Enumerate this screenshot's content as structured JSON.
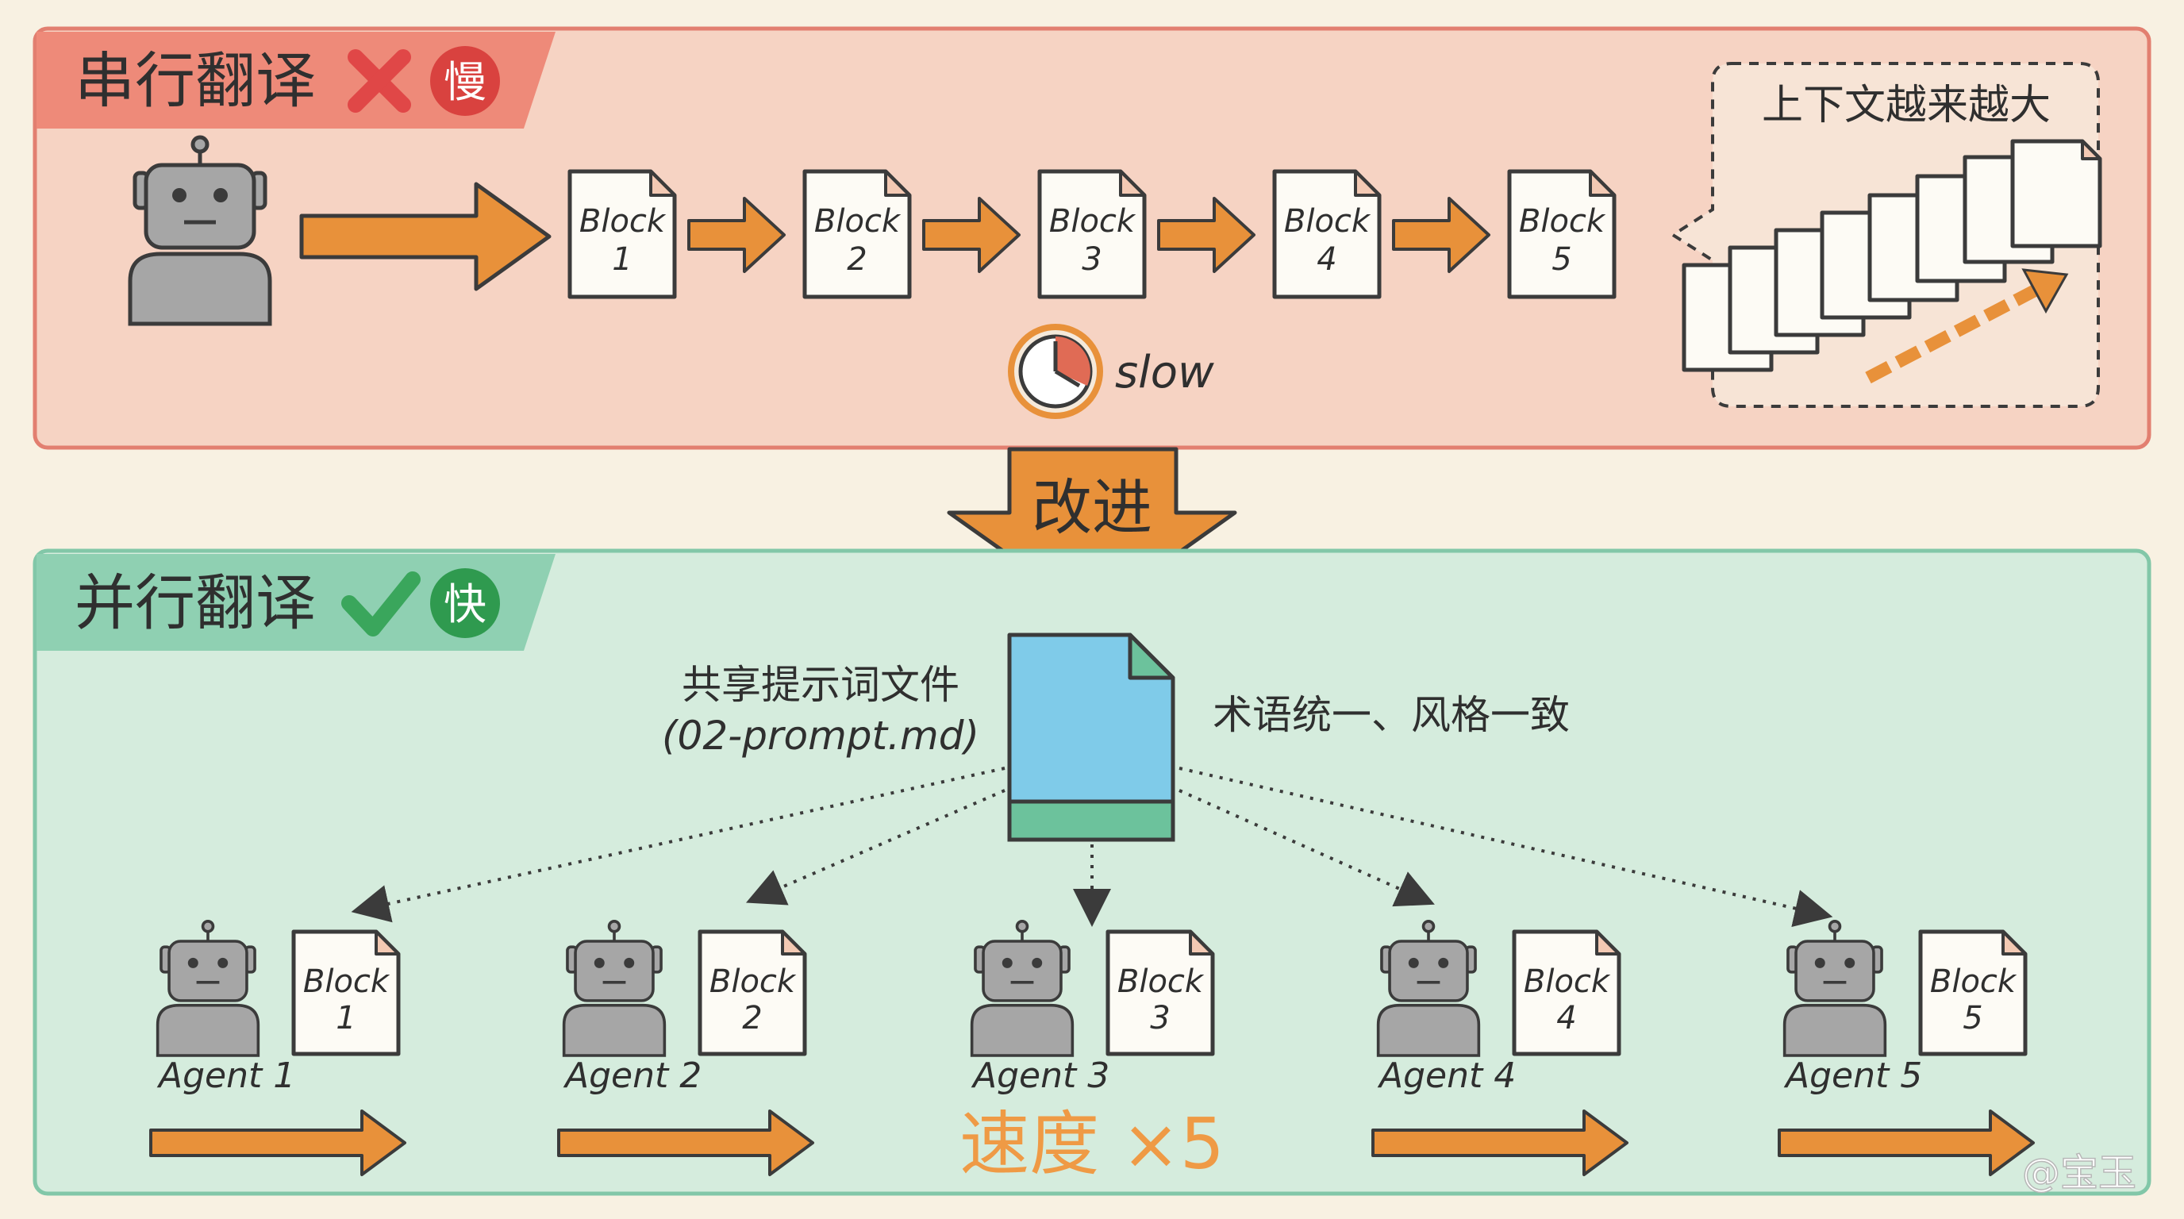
{
  "serial": {
    "title": "串行翻译",
    "badge": "慢",
    "blocks": [
      {
        "word": "Block",
        "num": "1"
      },
      {
        "word": "Block",
        "num": "2"
      },
      {
        "word": "Block",
        "num": "3"
      },
      {
        "word": "Block",
        "num": "4"
      },
      {
        "word": "Block",
        "num": "5"
      }
    ],
    "slow_label": "slow",
    "context_label": "上下文越来越大"
  },
  "improve_label": "改进",
  "parallel": {
    "title": "并行翻译",
    "badge": "快",
    "shared_file_label": "共享提示词文件",
    "shared_file_name": "(02-prompt.md)",
    "consistency_label": "术语统一、风格一致",
    "agents": [
      {
        "name": "Agent 1",
        "block_word": "Block",
        "block_num": "1"
      },
      {
        "name": "Agent 2",
        "block_word": "Block",
        "block_num": "2"
      },
      {
        "name": "Agent 3",
        "block_word": "Block",
        "block_num": "3"
      },
      {
        "name": "Agent 4",
        "block_word": "Block",
        "block_num": "4"
      },
      {
        "name": "Agent 5",
        "block_word": "Block",
        "block_num": "5"
      }
    ],
    "speed_label": "速度 ×5"
  },
  "watermark": "@宝玉",
  "colors": {
    "serial_bg": "#f6d3c3",
    "serial_border": "#e27f70",
    "serial_tab": "#ee8a79",
    "parallel_bg": "#d5ecdd",
    "parallel_border": "#82c7a8",
    "parallel_tab": "#8fd0b2",
    "arrow_orange": "#e8913a",
    "outline": "#3b3b3b",
    "robot_gray": "#a6a6a6",
    "cross_red": "#e04747",
    "check_green": "#3aa65c",
    "file_blue": "#7fcbe9",
    "file_teal": "#6cc29c",
    "speed_orange": "#ef9a45"
  }
}
